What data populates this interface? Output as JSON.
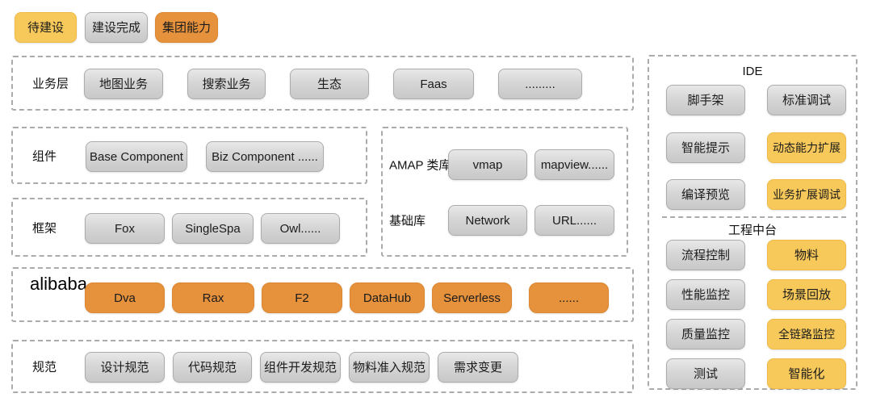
{
  "colors": {
    "yellow": "#F7C85A",
    "orange": "#E6913C",
    "gray_top": "#E8E8E8",
    "gray_bottom": "#C8C8C8",
    "dash_border": "#ABABAB"
  },
  "legend": {
    "items": [
      {
        "label": "待建设",
        "type": "yellow"
      },
      {
        "label": "建设完成",
        "type": "gray"
      },
      {
        "label": "集团能力",
        "type": "orange"
      }
    ]
  },
  "sections": {
    "business": {
      "label": "业务层",
      "items": [
        "地图业务",
        "搜索业务",
        "生态",
        "Faas",
        "........."
      ]
    },
    "components": {
      "label": "组件",
      "items": [
        "Base Component",
        "Biz Component ......"
      ]
    },
    "framework": {
      "label": "框架",
      "items": [
        "Fox",
        "SingleSpa",
        "Owl......"
      ]
    },
    "amap": {
      "rows": [
        {
          "label": "AMAP 类库",
          "items": [
            "vmap",
            "mapview......"
          ]
        },
        {
          "label": "基础库",
          "items": [
            "Network",
            "URL......"
          ]
        }
      ]
    },
    "alibaba": {
      "label": "alibaba",
      "items": [
        "Dva",
        "Rax",
        "F2",
        "DataHub",
        "Serverless",
        "......"
      ]
    },
    "standards": {
      "label": "规范",
      "items": [
        "设计规范",
        "代码规范",
        "组件开发规范",
        "物料准入规范",
        "需求变更"
      ]
    }
  },
  "panel": {
    "ide": {
      "title": "IDE",
      "buttons": [
        {
          "label": "脚手架",
          "type": "gray"
        },
        {
          "label": "标准调试",
          "type": "gray"
        },
        {
          "label": "智能提示",
          "type": "gray"
        },
        {
          "label": "动态能力扩展",
          "type": "yellow"
        },
        {
          "label": "编译预览",
          "type": "gray"
        },
        {
          "label": "业务扩展调试",
          "type": "yellow"
        }
      ]
    },
    "engineering": {
      "title": "工程中台",
      "buttons": [
        {
          "label": "流程控制",
          "type": "gray"
        },
        {
          "label": "物料",
          "type": "yellow"
        },
        {
          "label": "性能监控",
          "type": "gray"
        },
        {
          "label": "场景回放",
          "type": "yellow"
        },
        {
          "label": "质量监控",
          "type": "gray"
        },
        {
          "label": "全链路监控",
          "type": "yellow"
        },
        {
          "label": "测试",
          "type": "gray"
        },
        {
          "label": "智能化",
          "type": "yellow"
        }
      ]
    }
  }
}
